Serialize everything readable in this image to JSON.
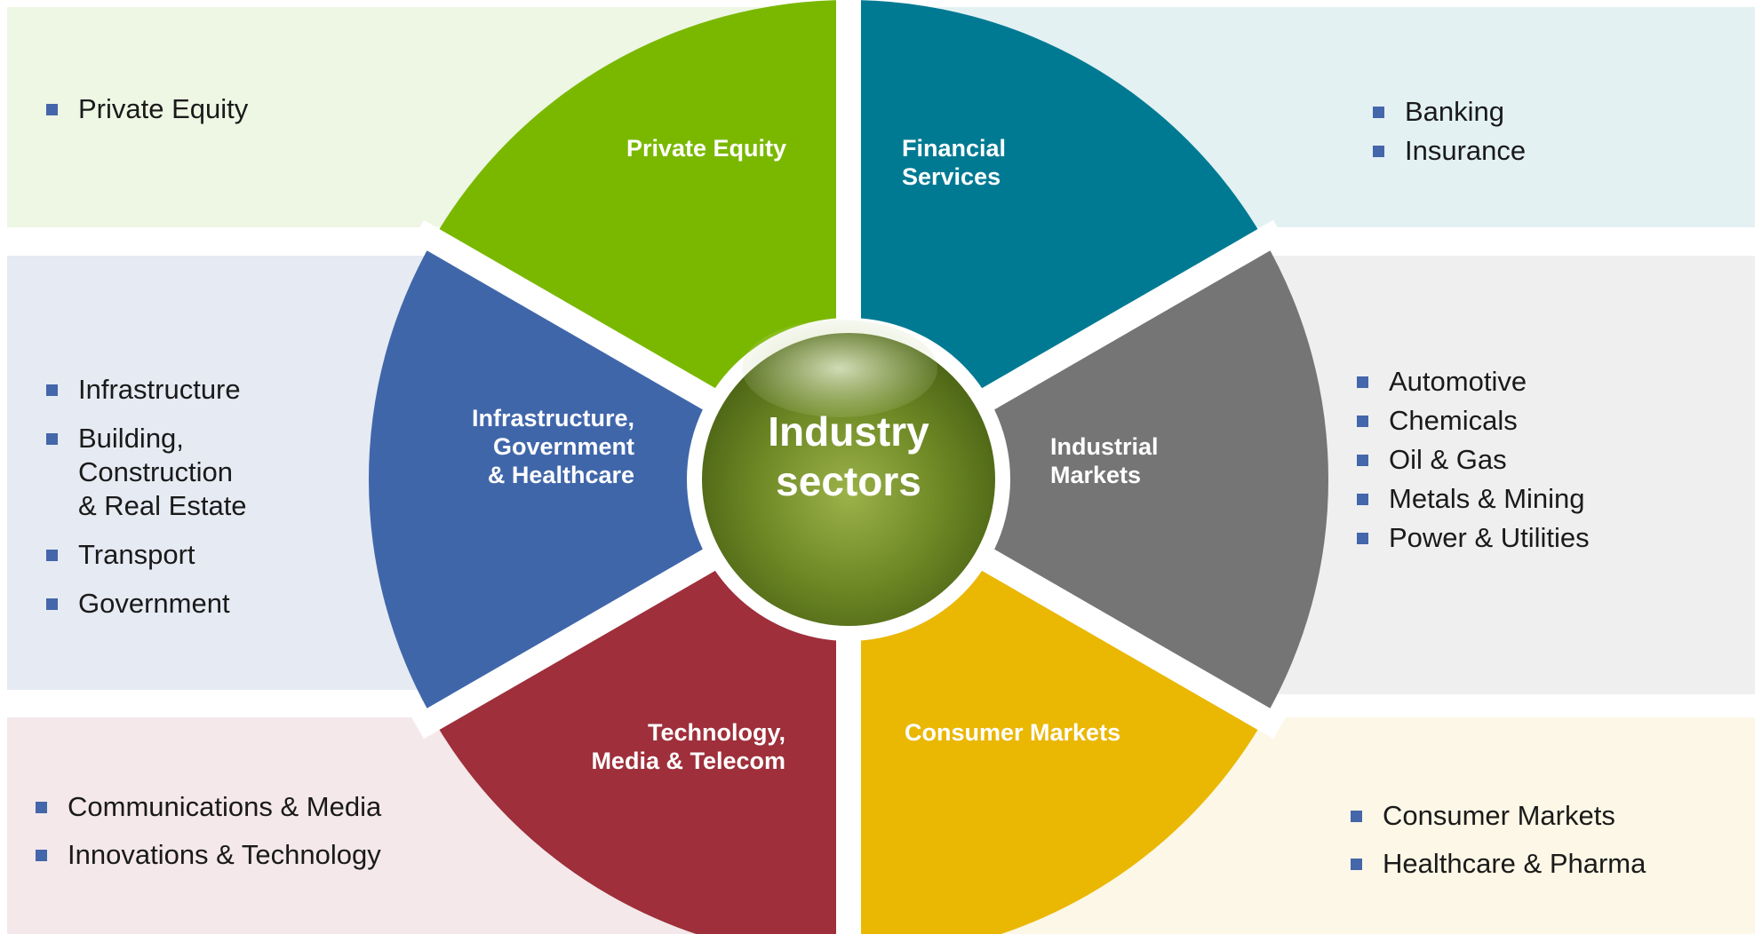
{
  "center": {
    "line1": "Industry",
    "line2": "sectors"
  },
  "segments": [
    {
      "key": "pe",
      "label_lines": [
        "Private Equity"
      ],
      "color": "#7ab800"
    },
    {
      "key": "fs",
      "label_lines": [
        "Financial",
        "Services"
      ],
      "color": "#007a93"
    },
    {
      "key": "im",
      "label_lines": [
        "Industrial",
        "Markets"
      ],
      "color": "#757575"
    },
    {
      "key": "cm",
      "label_lines": [
        "Consumer Markets"
      ],
      "color": "#eab703"
    },
    {
      "key": "tmt",
      "label_lines": [
        "Technology,",
        "Media & Telecom"
      ],
      "color": "#9e2f3b"
    },
    {
      "key": "igh",
      "label_lines": [
        "Infrastructure,",
        "Government",
        "& Healthcare"
      ],
      "color": "#4066aa"
    }
  ],
  "panels": {
    "top_left": {
      "bg": "#eef6e4",
      "items": [
        "Private Equity"
      ]
    },
    "top_right": {
      "bg": "#e3f1f3",
      "items": [
        "Banking",
        "Insurance"
      ]
    },
    "mid_left": {
      "bg": "#e6eaf2",
      "items": [
        "Infrastructure",
        "Building,\nConstruction\n& Real Estate",
        "Transport",
        "Government"
      ]
    },
    "mid_right": {
      "bg": "#efefef",
      "items": [
        "Automotive",
        "Chemicals",
        "Oil & Gas",
        "Metals & Mining",
        "Power & Utilities"
      ]
    },
    "bottom_left": {
      "bg": "#f4e8ea",
      "items": [
        "Communications & Media",
        "Innovations & Technology"
      ]
    },
    "bottom_right": {
      "bg": "#fcf7e6",
      "items": [
        "Consumer Markets",
        "Healthcare & Pharma"
      ]
    }
  },
  "bullet_color": "#4466aa"
}
